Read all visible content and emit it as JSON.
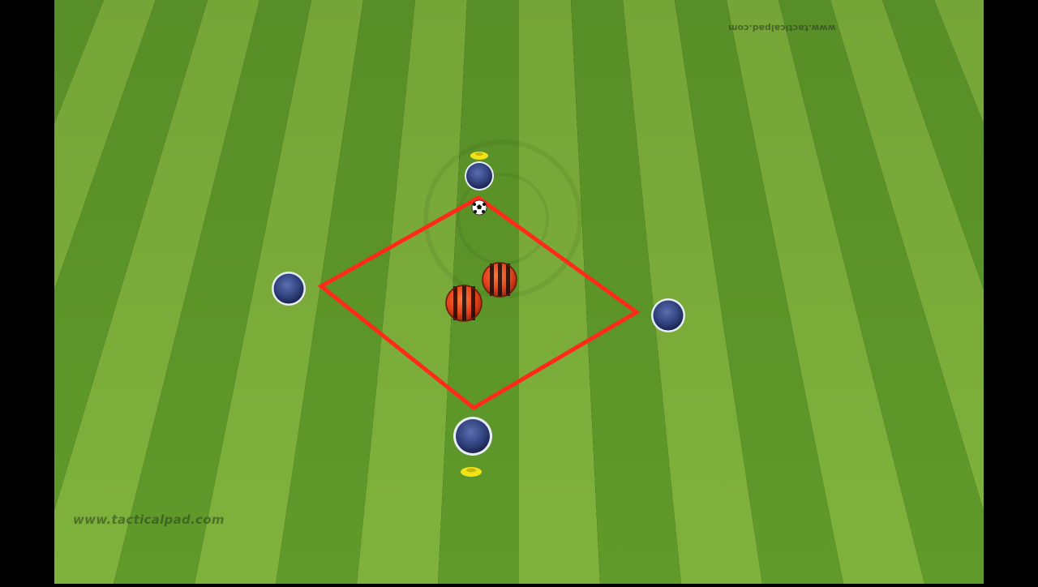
{
  "watermark": {
    "bottom_text": "www.tacticalpad.com",
    "top_text": "www.tacticalpad.com"
  },
  "colors": {
    "field_light": "#7fb23c",
    "field_dark": "#5f9a2a",
    "zone_line": "#ff2a1a",
    "blue_player": "#2f3f7a",
    "red_player": "#e0401a",
    "cone": "#f2e21a"
  },
  "diagram": {
    "zone_shape": "diamond",
    "players": [
      {
        "team": "blue",
        "role": "top"
      },
      {
        "team": "blue",
        "role": "left"
      },
      {
        "team": "blue",
        "role": "right"
      },
      {
        "team": "blue",
        "role": "bottom"
      },
      {
        "team": "red",
        "role": "defender-1"
      },
      {
        "team": "red",
        "role": "defender-2"
      }
    ],
    "cones": [
      "top-cone",
      "bottom-cone"
    ],
    "ball": "soccer-ball"
  }
}
